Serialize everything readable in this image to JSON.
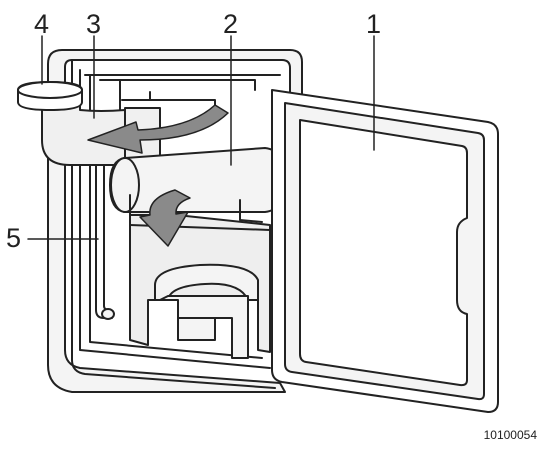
{
  "callouts": {
    "c1": "1",
    "c2": "2",
    "c3": "3",
    "c4": "4",
    "c5": "5"
  },
  "reference_number": "10100054",
  "colors": {
    "line": "#222222",
    "arrow_fill": "#8a8a8a",
    "body_fill": "#f2f2f2",
    "door_fill": "#f2f2f2"
  }
}
